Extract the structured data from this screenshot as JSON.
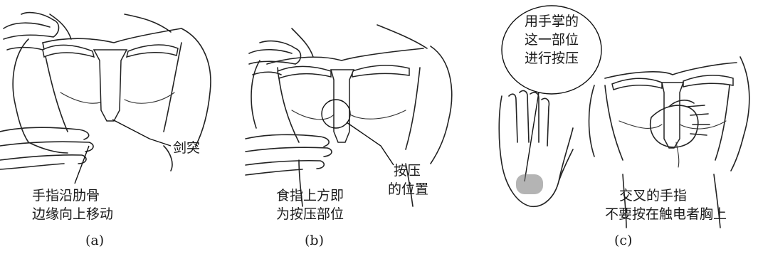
{
  "panels": [
    {
      "id": "a",
      "caption": "(a)",
      "labels": {
        "xiphoid": "剑突",
        "instruction_line1": "手指沿肋骨",
        "instruction_line2": "边缘向上移动"
      }
    },
    {
      "id": "b",
      "caption": "(b)",
      "labels": {
        "press_point_line1": "按压",
        "press_point_line2": "的位置",
        "instruction_line1": "食指上方即",
        "instruction_line2": "为按压部位"
      }
    },
    {
      "id": "c",
      "caption": "(c)",
      "labels": {
        "bubble_line1": "用手掌的",
        "bubble_line2": "这一部位",
        "bubble_line3": "进行按压",
        "instruction_line1": "交叉的手指",
        "instruction_line2": "不要按在触电者胸上"
      }
    }
  ]
}
